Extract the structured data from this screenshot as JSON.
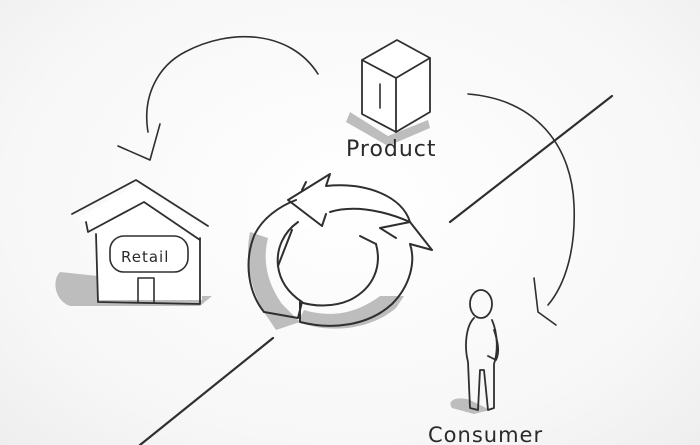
{
  "diagram": {
    "product_label": "Product",
    "retail_label": "Retail",
    "consumer_label": "Consumer",
    "colors": {
      "ink": "#2f2f2f",
      "shadow": "#bdbdbd",
      "background": "#fbfbfb"
    }
  }
}
